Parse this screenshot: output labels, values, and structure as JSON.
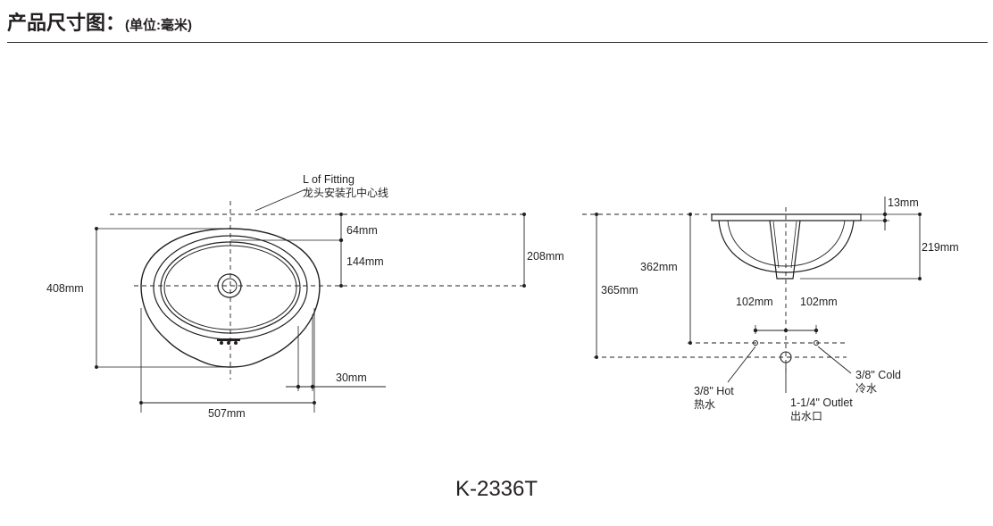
{
  "header": {
    "title": "产品尺寸图：",
    "unit": "(单位:毫米)"
  },
  "top_view": {
    "fitting_label_en": "L of Fitting",
    "fitting_label_cn": "龙头安装孔中心线",
    "dim_64": "64mm",
    "dim_144": "144mm",
    "dim_208": "208mm",
    "dim_408": "408mm",
    "dim_30": "30mm",
    "dim_507": "507mm"
  },
  "side_view": {
    "dim_13": "13mm",
    "dim_219": "219mm",
    "dim_362": "362mm",
    "dim_365": "365mm",
    "dim_102_left": "102mm",
    "dim_102_right": "102mm",
    "hot_en": "3/8\" Hot",
    "hot_cn": "热水",
    "outlet_en": "1-1/4\" Outlet",
    "outlet_cn": "出水口",
    "cold_en": "3/8\" Cold",
    "cold_cn": "冷水"
  },
  "model": "K-2336T"
}
